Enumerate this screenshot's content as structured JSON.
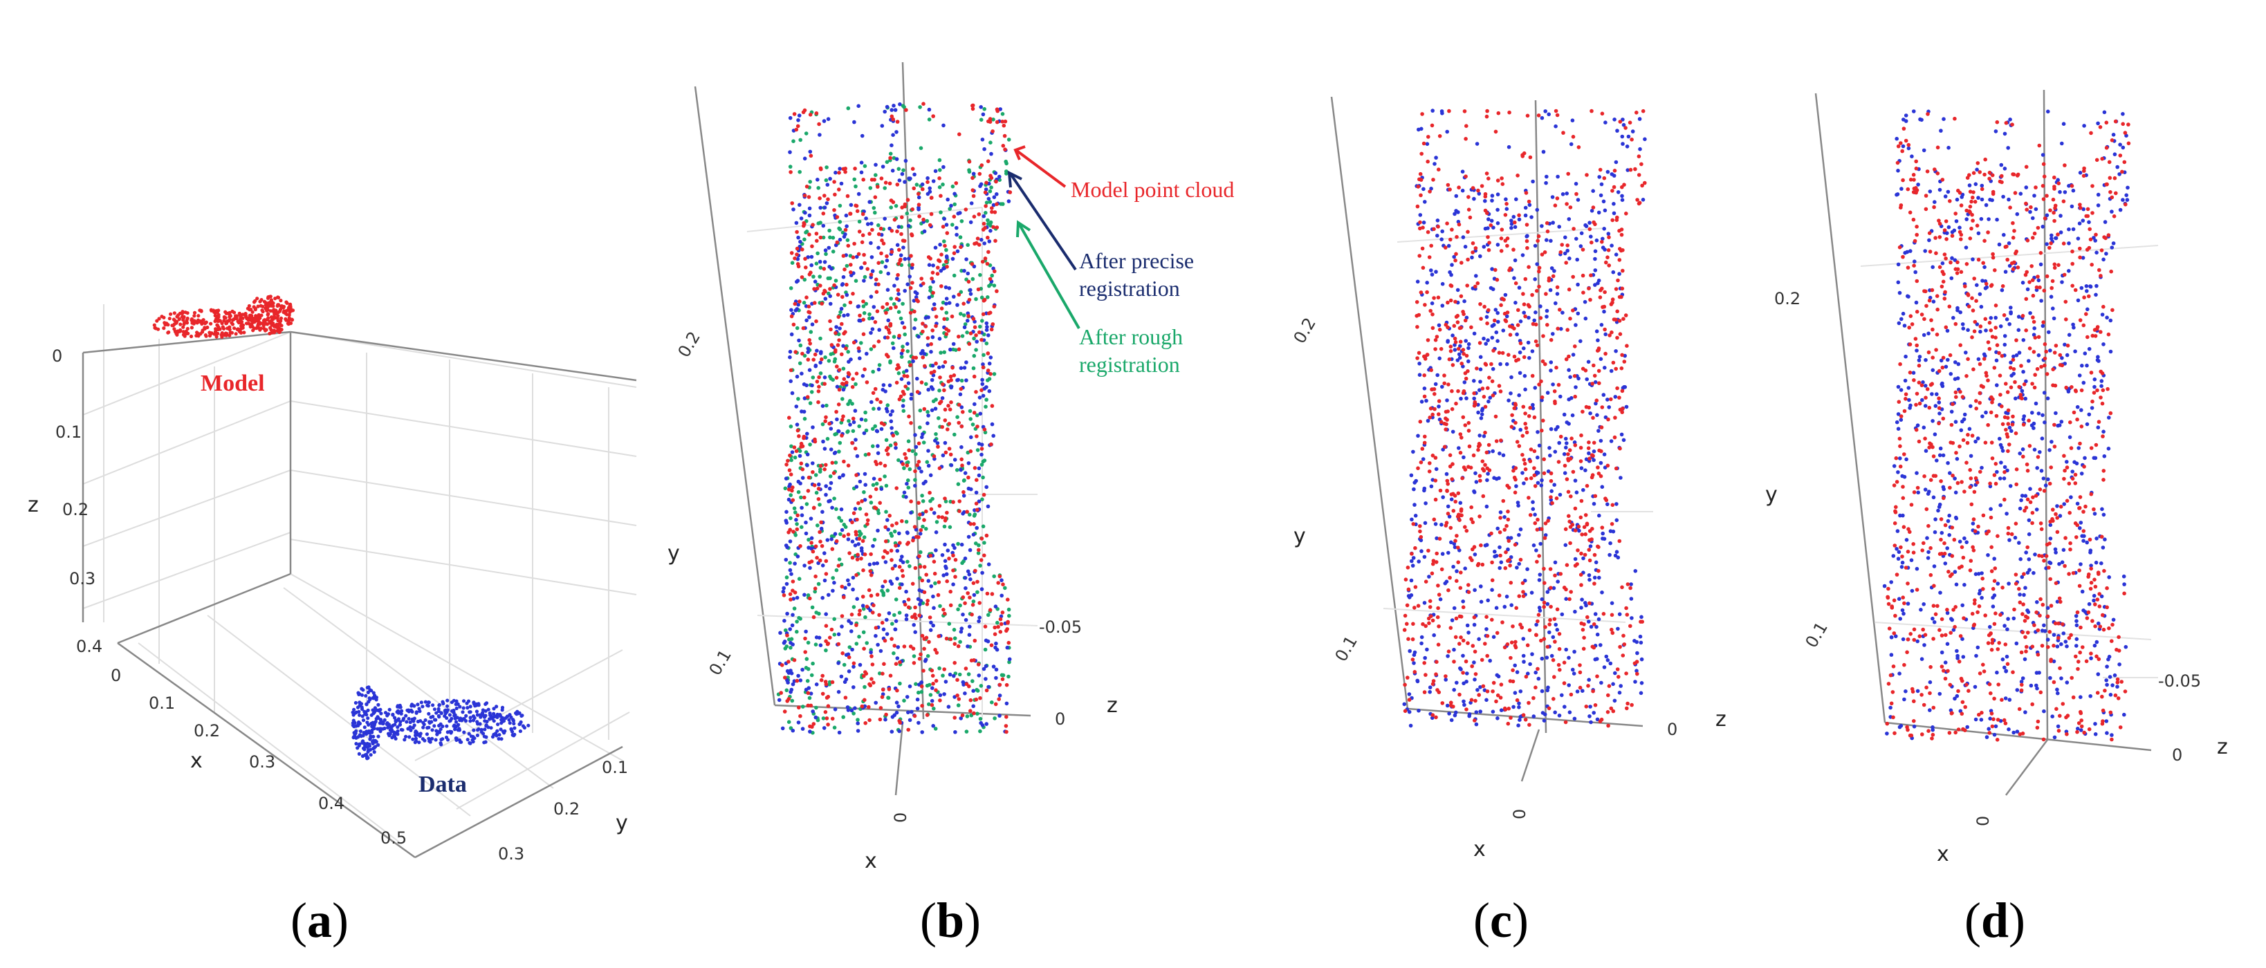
{
  "colors": {
    "model": "#e8262a",
    "data": "#2a34d6",
    "precise": "#1a2c6e",
    "rough": "#1aa86a",
    "grid": "#dddddd",
    "axis": "#888888"
  },
  "chart_data": [
    {
      "panel": "a",
      "type": "scatter",
      "caption": "a",
      "labels": {
        "model": "Model",
        "data": "Data"
      },
      "axes": {
        "z": {
          "label": "z",
          "ticks": [
            "0",
            "0.1",
            "0.2",
            "0.3",
            "0.4"
          ]
        },
        "x": {
          "label": "x",
          "ticks": [
            "0",
            "0.1",
            "0.2",
            "0.3",
            "0.4",
            "0.5"
          ]
        },
        "y": {
          "label": "y",
          "ticks": [
            "0.1",
            "0.2",
            "0.3"
          ]
        }
      },
      "series": [
        {
          "name": "Model",
          "color_key": "model",
          "point_count": 420
        },
        {
          "name": "Data",
          "color_key": "data",
          "point_count": 520
        }
      ]
    },
    {
      "panel": "b",
      "type": "scatter",
      "caption": "b",
      "annotations": {
        "model": "Model point cloud",
        "precise_line1": "After precise",
        "precise_line2": "registration",
        "rough_line1": "After rough",
        "rough_line2": "registration"
      },
      "axes": {
        "y": {
          "label": "y",
          "ticks": [
            "0.2",
            "0.1"
          ]
        },
        "z": {
          "label": "z",
          "ticks": [
            "-0.05",
            "0"
          ]
        },
        "x": {
          "label": "x",
          "ticks": [
            "0"
          ]
        }
      },
      "series": [
        {
          "name": "Model point cloud",
          "color_key": "model",
          "point_count": 900
        },
        {
          "name": "After precise registration",
          "color_key": "data",
          "point_count": 900
        },
        {
          "name": "After rough registration",
          "color_key": "rough",
          "point_count": 700
        }
      ]
    },
    {
      "panel": "c",
      "type": "scatter",
      "caption": "c",
      "axes": {
        "y": {
          "label": "y",
          "ticks": [
            "0.2",
            "0.1"
          ]
        },
        "z": {
          "label": "z",
          "ticks": [
            "0"
          ]
        },
        "x": {
          "label": "x",
          "ticks": [
            "0"
          ]
        }
      },
      "series": [
        {
          "name": "Model",
          "color_key": "model",
          "point_count": 950
        },
        {
          "name": "Data",
          "color_key": "data",
          "point_count": 850
        }
      ]
    },
    {
      "panel": "d",
      "type": "scatter",
      "caption": "d",
      "axes": {
        "y": {
          "label": "y",
          "ticks": [
            "0.2",
            "0.1"
          ]
        },
        "z": {
          "label": "z",
          "ticks": [
            "-0.05",
            "0"
          ]
        },
        "x": {
          "label": "x",
          "ticks": [
            "0"
          ]
        }
      },
      "series": [
        {
          "name": "Model",
          "color_key": "model",
          "point_count": 950
        },
        {
          "name": "Data",
          "color_key": "data",
          "point_count": 850
        }
      ]
    }
  ]
}
